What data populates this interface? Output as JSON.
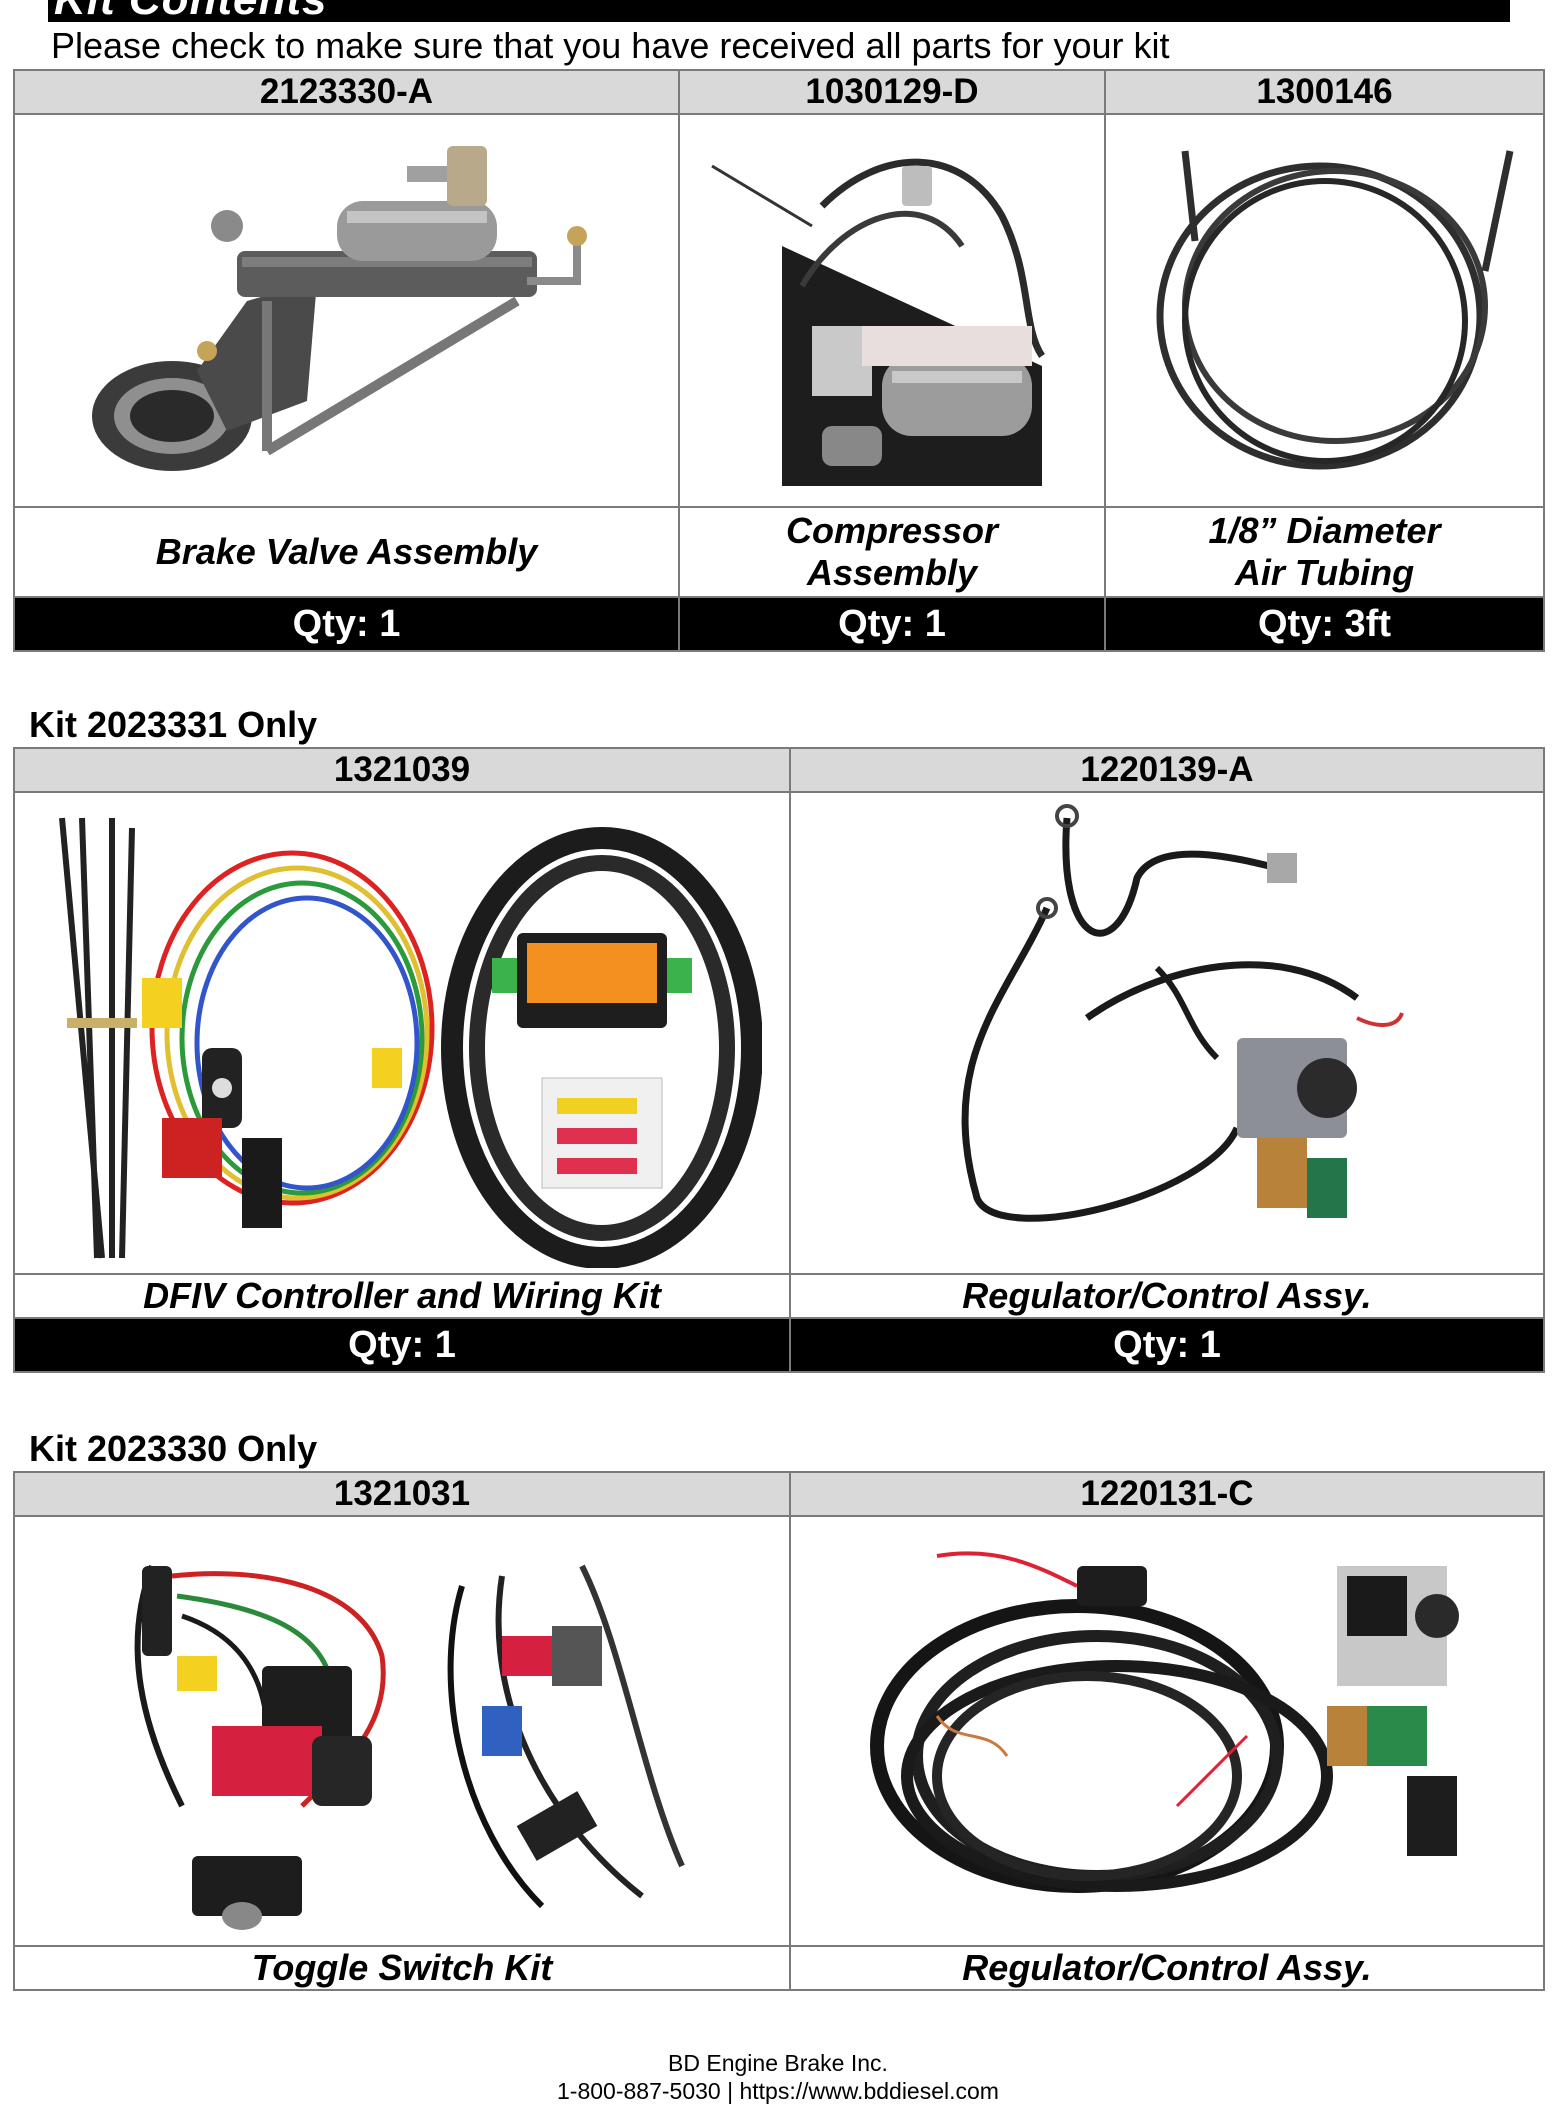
{
  "header": {
    "banner": "Kit Contents",
    "intro": "Please check to make sure that you have received all parts for your kit"
  },
  "table1": {
    "parts": [
      {
        "pn": "2123330-A",
        "desc": [
          "Brake Valve Assembly"
        ],
        "qty": "Qty: 1",
        "icon": "brake-valve-illustration"
      },
      {
        "pn": "1030129-D",
        "desc": [
          "Compressor",
          "Assembly"
        ],
        "qty": "Qty: 1",
        "icon": "compressor-illustration"
      },
      {
        "pn": "1300146",
        "desc": [
          "1/8” Diameter",
          "Air Tubing"
        ],
        "qty": "Qty: 3ft",
        "icon": "air-tubing-illustration"
      }
    ]
  },
  "kit2": {
    "heading": "Kit 2023331 Only",
    "parts": [
      {
        "pn": "1321039",
        "desc": "DFIV Controller and Wiring Kit",
        "qty": "Qty: 1",
        "icon": "controller-wiring-illustration"
      },
      {
        "pn": "1220139-A",
        "desc": "Regulator/Control Assy.",
        "qty": "Qty: 1",
        "icon": "regulator-illustration"
      }
    ]
  },
  "kit3": {
    "heading": "Kit 2023330 Only",
    "parts": [
      {
        "pn": "1321031",
        "desc": "Toggle Switch Kit",
        "icon": "toggle-switch-kit-illustration"
      },
      {
        "pn": "1220131-C",
        "desc": "Regulator/Control Assy.",
        "icon": "regulator-harness-illustration"
      }
    ]
  },
  "footer": {
    "company": "BD Engine Brake Inc.",
    "contact": "1-800-887-5030 | https://www.bddiesel.com"
  }
}
